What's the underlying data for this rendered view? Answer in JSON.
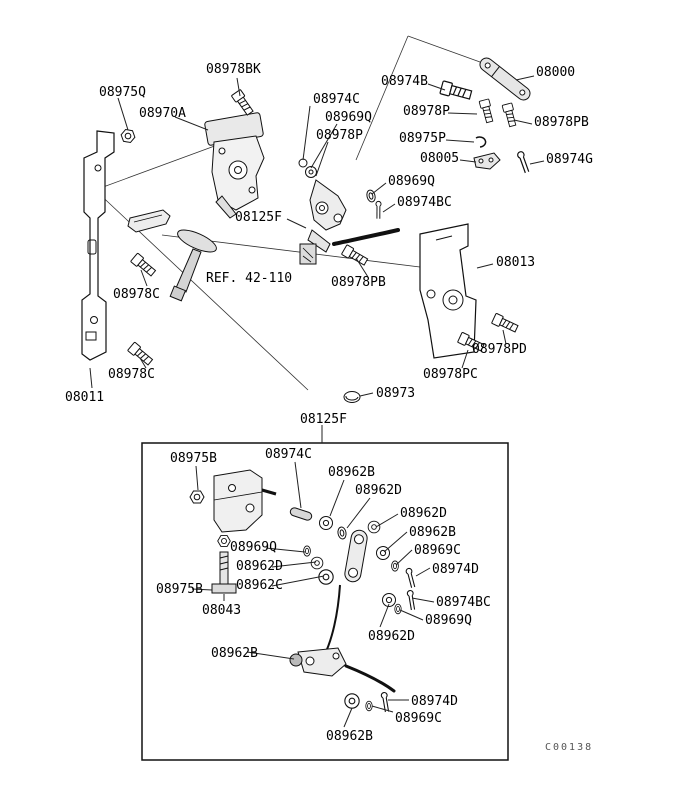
{
  "page": {
    "drawing_code": "C00138",
    "colors": {
      "background": "#ffffff",
      "line": "#111111"
    }
  },
  "labels": [
    {
      "text": "08975Q"
    },
    {
      "text": "08970A"
    },
    {
      "text": "08978BK"
    },
    {
      "text": "08974C"
    },
    {
      "text": "08969Q"
    },
    {
      "text": "08978P"
    },
    {
      "text": "08974B"
    },
    {
      "text": "08000"
    },
    {
      "text": "08978P"
    },
    {
      "text": "08978PB"
    },
    {
      "text": "08975P"
    },
    {
      "text": "08005"
    },
    {
      "text": "08974G"
    },
    {
      "text": "08969Q"
    },
    {
      "text": "08974BC"
    },
    {
      "text": "08125F"
    },
    {
      "text": "REF. 42-110"
    },
    {
      "text": "08978PB"
    },
    {
      "text": "08013"
    },
    {
      "text": "08978C"
    },
    {
      "text": "08978PD"
    },
    {
      "text": "08978PC"
    },
    {
      "text": "08978C"
    },
    {
      "text": "08011"
    },
    {
      "text": "08973"
    },
    {
      "text": "08125F"
    },
    {
      "text": "08975B"
    },
    {
      "text": "08974C"
    },
    {
      "text": "08962B"
    },
    {
      "text": "08962D"
    },
    {
      "text": "08962D"
    },
    {
      "text": "08962B"
    },
    {
      "text": "08969C"
    },
    {
      "text": "08974D"
    },
    {
      "text": "08969Q"
    },
    {
      "text": "08962D"
    },
    {
      "text": "08962C"
    },
    {
      "text": "08975B"
    },
    {
      "text": "08043"
    },
    {
      "text": "08974BC"
    },
    {
      "text": "08969Q"
    },
    {
      "text": "08962D"
    },
    {
      "text": "08962B"
    },
    {
      "text": "08974D"
    },
    {
      "text": "08969C"
    },
    {
      "text": "08962B"
    }
  ]
}
